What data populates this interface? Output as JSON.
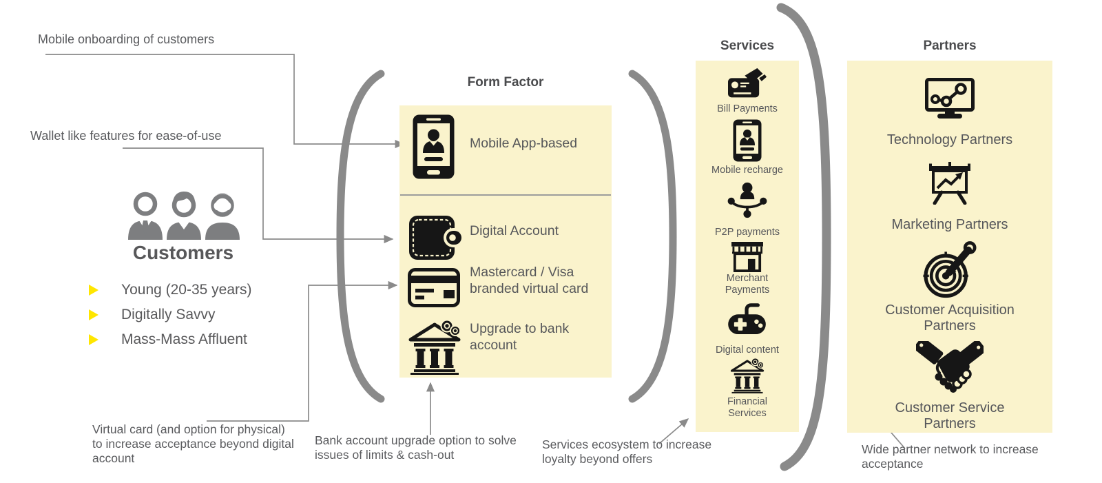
{
  "colors": {
    "panel_yellow": "#FAF3CC",
    "accent_yellow": "#FFE600",
    "text_gray": "#58585A",
    "heading_gray": "#4A4B4D",
    "line_gray": "#8A8A8A",
    "icon_black": "#161616"
  },
  "annotations": {
    "mobile_onboarding": "Mobile onboarding of customers",
    "wallet_features": "Wallet like features for ease-of-use",
    "virtual_card": "Virtual card (and option for physical) to increase acceptance beyond digital account",
    "bank_upgrade": "Bank account upgrade option to solve issues of limits & cash-out",
    "services_ecosystem": "Services ecosystem to increase loyalty beyond offers",
    "partner_network": "Wide partner network to increase acceptance"
  },
  "customers": {
    "title": "Customers",
    "icon": "people-group-icon",
    "bullets": [
      {
        "label": "Young (20-35 years)"
      },
      {
        "label": "Digitally Savvy"
      },
      {
        "label": "Mass-Mass Affluent"
      }
    ]
  },
  "form_factor": {
    "title": "Form Factor",
    "items": [
      {
        "icon": "mobile-app-icon",
        "label": "Mobile App-based"
      },
      {
        "icon": "digital-wallet-icon",
        "label": "Digital Account"
      },
      {
        "icon": "credit-card-icon",
        "label": "Mastercard / Visa branded virtual card"
      },
      {
        "icon": "bank-coins-icon",
        "label": "Upgrade to bank account"
      }
    ]
  },
  "services": {
    "title": "Services",
    "items": [
      {
        "icon": "bill-payments-icon",
        "label": "Bill Payments"
      },
      {
        "icon": "mobile-recharge-icon",
        "label": "Mobile recharge"
      },
      {
        "icon": "p2p-network-icon",
        "label": "P2P payments"
      },
      {
        "icon": "storefront-icon",
        "label": "Merchant Payments"
      },
      {
        "icon": "game-controller-icon",
        "label": "Digital content"
      },
      {
        "icon": "bank-coins-icon",
        "label": "Financial Services"
      }
    ]
  },
  "partners": {
    "title": "Partners",
    "items": [
      {
        "icon": "monitor-chart-icon",
        "label": "Technology Partners"
      },
      {
        "icon": "presentation-chart-icon",
        "label": "Marketing Partners"
      },
      {
        "icon": "target-pencil-icon",
        "label": "Customer Acquisition Partners"
      },
      {
        "icon": "handshake-icon",
        "label": "Customer Service Partners"
      }
    ]
  }
}
